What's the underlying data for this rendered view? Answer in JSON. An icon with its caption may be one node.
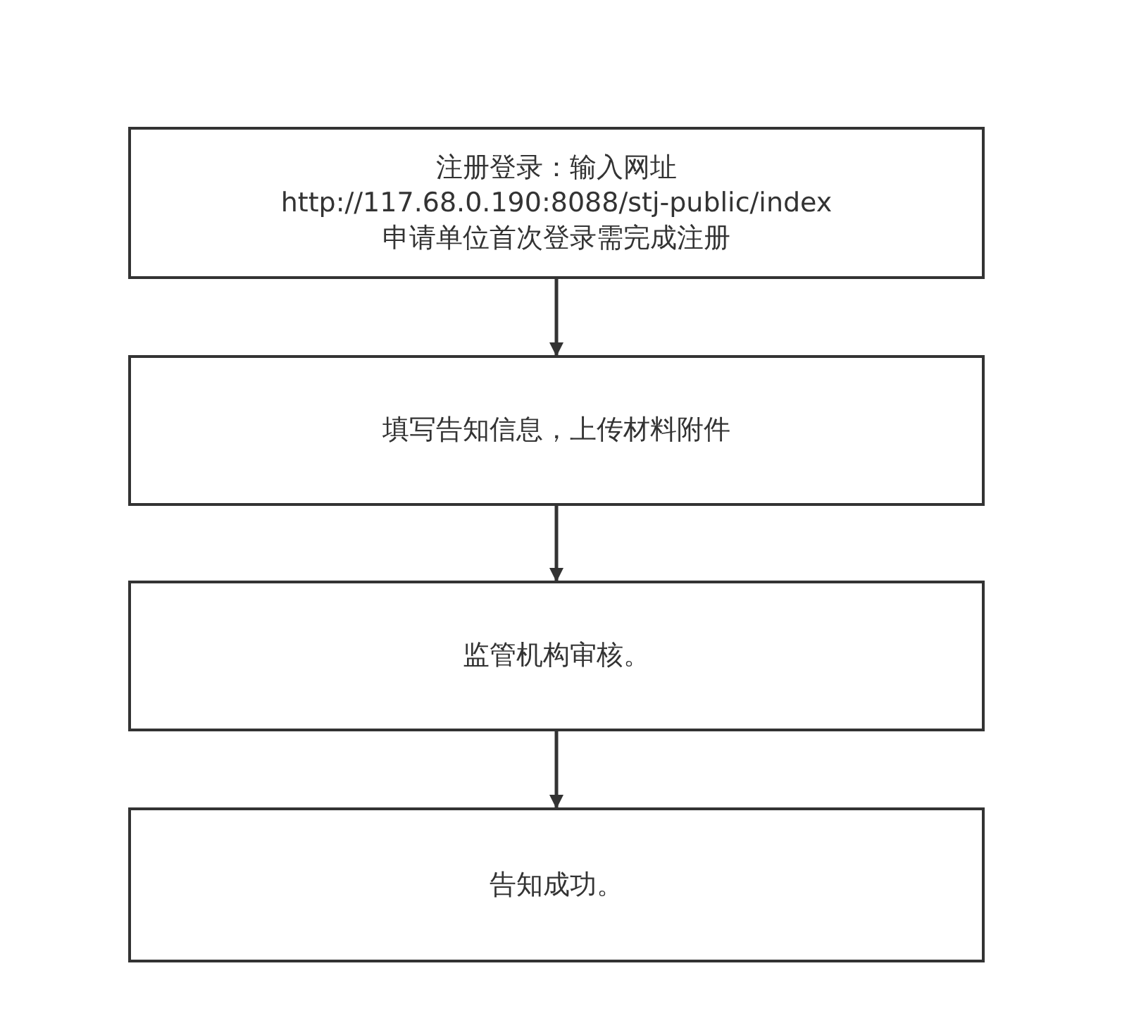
{
  "diagram": {
    "nodes": [
      {
        "text": [
          "注册登录：输入网址",
          "http://117.68.0.190:8088/stj-public/index",
          "申请单位首次登录需完成注册"
        ]
      },
      {
        "text": [
          "填写告知信息，上传材料附件"
        ]
      },
      {
        "text": [
          "监管机构审核。"
        ]
      },
      {
        "text": [
          "告知成功。"
        ]
      }
    ],
    "edges": [
      {
        "from": 0,
        "to": 1,
        "arrow": "to"
      },
      {
        "from": 1,
        "to": 2,
        "arrow": "to"
      },
      {
        "from": 2,
        "to": 3,
        "arrow": "to"
      }
    ]
  }
}
